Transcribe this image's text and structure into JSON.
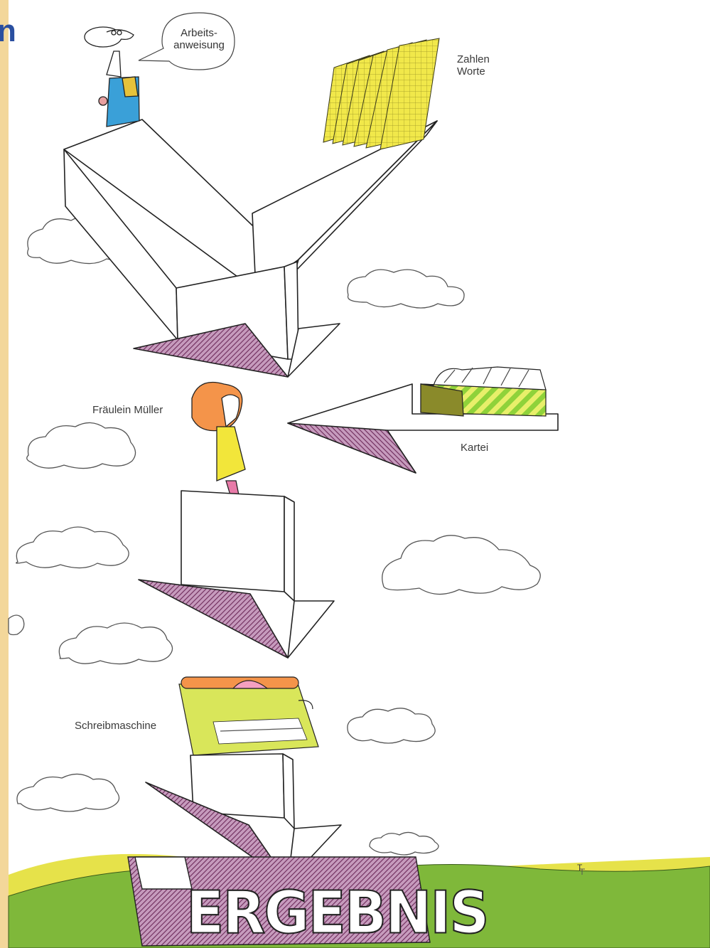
{
  "colors": {
    "paper_border": "#f3d79a",
    "sky": "#ffffff",
    "grass_green": "#7fb83a",
    "grass_yellow": "#e6e24a",
    "hatch_purple": "#8a3b6f",
    "folder_yellow": "#f1e84a",
    "woman_hair": "#f4944a",
    "woman_dress": "#f2e63a",
    "boss_suit": "#3aa0d8",
    "typewriter": "#d9e65a",
    "card_box_green": "#8fd23a",
    "corner_text_blue": "#2a4fa0"
  },
  "corner_fragment": "n",
  "speech_bubble": {
    "line1": "Arbeits-",
    "line2": "anweisung"
  },
  "labels": {
    "numbers_words_line1": "Zahlen",
    "numbers_words_line2": "Worte",
    "woman": "Fräulein Müller",
    "card_index": "Kartei",
    "typewriter": "Schreibmaschine",
    "result": "ERGEBNIS",
    "signature": "T"
  },
  "icons": {
    "boss": "man-with-glasses-icon",
    "folders": "document-folders-icon",
    "woman": "woman-figure-icon",
    "card_index": "card-index-box-icon",
    "typewriter": "typewriter-icon",
    "clouds": "cloud-icon"
  }
}
